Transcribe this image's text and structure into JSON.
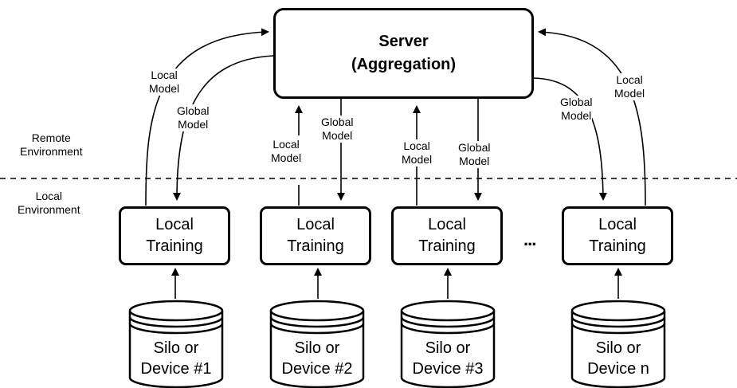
{
  "server": {
    "line1": "Server",
    "line2": "(Aggregation)"
  },
  "environments": {
    "remote": [
      "Remote",
      "Environment"
    ],
    "local": [
      "Local",
      "Environment"
    ]
  },
  "edge_labels": {
    "local_model": [
      "Local",
      "Model"
    ],
    "global_model": [
      "Global",
      "Model"
    ]
  },
  "training": {
    "line1": "Local",
    "line2": "Training"
  },
  "silos": [
    {
      "line1": "Silo or",
      "line2": "Device #1"
    },
    {
      "line1": "Silo or",
      "line2": "Device #2"
    },
    {
      "line1": "Silo or",
      "line2": "Device #3"
    },
    {
      "line1": "Silo or",
      "line2": "Device n"
    }
  ],
  "ellipsis": "..."
}
